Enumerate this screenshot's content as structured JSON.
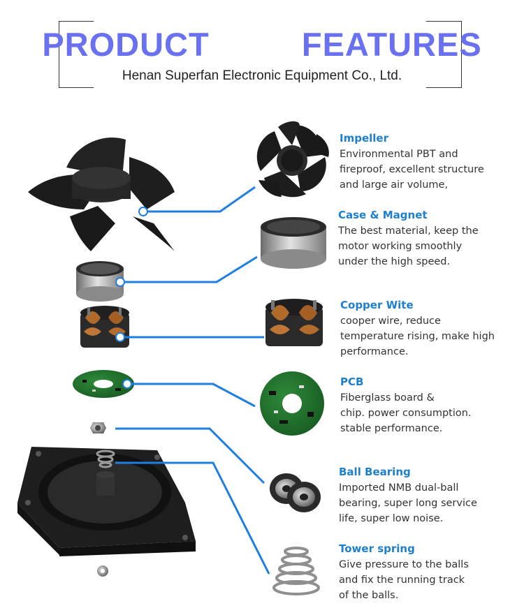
{
  "header": {
    "title": "PRODUCT   FEATURES",
    "subtitle": "Henan Superfan Electronic Equipment Co., Ltd."
  },
  "features": [
    {
      "title": "Impeller",
      "lines": [
        "Environmental PBT and",
        "fireproof, excellent structure",
        "and large air volume,"
      ]
    },
    {
      "title": "Case & Magnet",
      "lines": [
        "The best material, keep the",
        "motor working smoothly",
        "under the high speed."
      ]
    },
    {
      "title": "Copper Wite",
      "lines": [
        "cooper wire, reduce",
        "temperature rising, make high",
        "performance."
      ]
    },
    {
      "title": "PCB",
      "lines": [
        "Fiberglass board &",
        "chip. power consumption.",
        "stable performance."
      ]
    },
    {
      "title": "Ball Bearing",
      "lines": [
        "Imported NMB dual-ball",
        "bearing, super long service",
        "life, super low noise."
      ]
    },
    {
      "title": "Tower spring",
      "lines": [
        "Give pressure to the balls",
        "and fix the running track",
        "of the balls."
      ]
    }
  ],
  "colors": {
    "title": "#6a71f0",
    "heading": "#1e7fcf",
    "connector": "#1e7fe0"
  }
}
